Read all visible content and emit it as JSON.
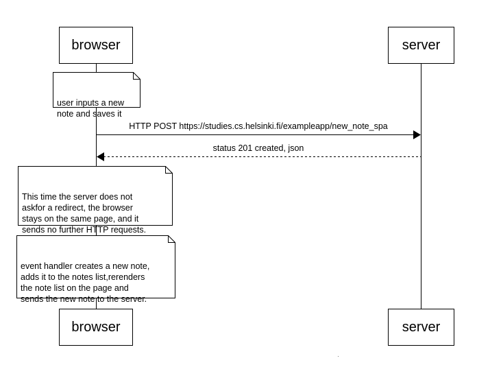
{
  "participants": {
    "browser": "browser",
    "server": "server"
  },
  "messages": [
    {
      "label": "HTTP POST https://studies.cs.helsinki.fi/exampleapp/new_note_spa",
      "from": "browser",
      "to": "server",
      "style": "solid"
    },
    {
      "label": "status 201 created, json",
      "from": "server",
      "to": "browser",
      "style": "dashed"
    }
  ],
  "notes": [
    {
      "text": "user inputs a new\nnote and saves it"
    },
    {
      "text": "This time the server does not\naskfor a redirect, the browser\nstays on the same page, and it\nsends no further HTTP requests."
    },
    {
      "text": "event handler creates a new note,\nadds it to the notes list,rerenders\nthe note list on the page and\nsends the new note to the server."
    }
  ]
}
